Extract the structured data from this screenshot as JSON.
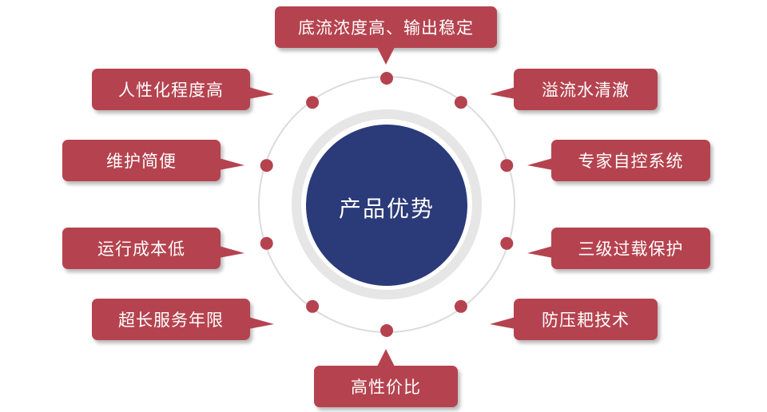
{
  "center": {
    "label": "产品优势",
    "fill_color": "#2b3a78"
  },
  "ring_color": "#d9d9d9",
  "accent_color": "#b5434f",
  "items": [
    {
      "label": "底流浓度高、输出稳定"
    },
    {
      "label": "溢流水清澈"
    },
    {
      "label": "专家自控系统"
    },
    {
      "label": "三级过载保护"
    },
    {
      "label": "防压耙技术"
    },
    {
      "label": "高性价比"
    },
    {
      "label": "超长服务年限"
    },
    {
      "label": "运行成本低"
    },
    {
      "label": "维护简便"
    },
    {
      "label": "人性化程度高"
    }
  ]
}
